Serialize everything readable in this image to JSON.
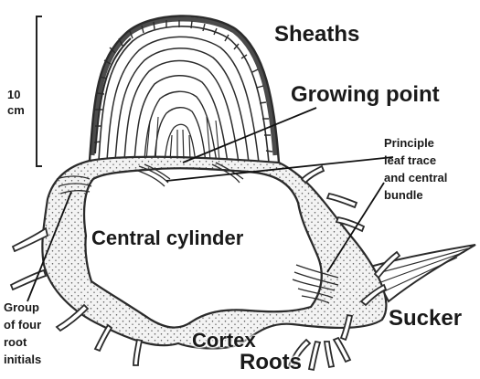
{
  "diagram": {
    "scale_bar": {
      "value": "10",
      "unit": "cm"
    },
    "labels": {
      "sheaths": "Sheaths",
      "growing_point": "Growing point",
      "principle_trace_line1": "Principle",
      "principle_trace_line2": "leaf trace",
      "principle_trace_line3": "and central",
      "principle_trace_line4": "bundle",
      "central_cylinder": "Central cylinder",
      "root_initials_line1": "Group",
      "root_initials_line2": "of four",
      "root_initials_line3": "root",
      "root_initials_line4": "initials",
      "cortex": "Cortex",
      "sucker": "Sucker",
      "roots": "Roots"
    },
    "colors": {
      "ink": "#2b2b2b",
      "tissue_fill": "#f2f2f2",
      "background": "#ffffff"
    }
  }
}
